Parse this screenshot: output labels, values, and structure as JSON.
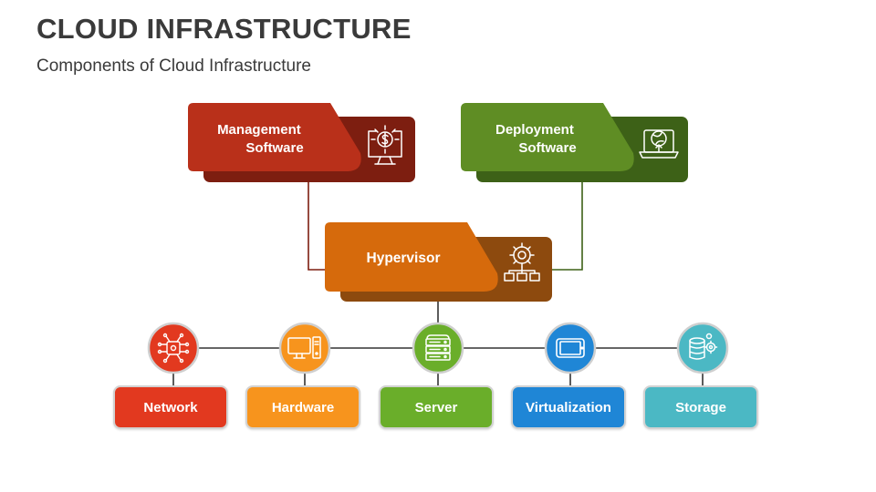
{
  "header": {
    "title": "CLOUD INFRASTRUCTURE",
    "subtitle": "Components of Cloud Infrastructure"
  },
  "top_boxes": [
    {
      "id": "management",
      "line1": "Management",
      "line2": "Software",
      "icon": "monitor-dollar-gear-icon",
      "front_color": "#b9301a",
      "back_color": "#7d1e10"
    },
    {
      "id": "deployment",
      "line1": "Deployment",
      "line2": "Software",
      "icon": "laptop-globe-upload-icon",
      "front_color": "#5f8d24",
      "back_color": "#3d6117"
    }
  ],
  "hypervisor": {
    "label": "Hypervisor",
    "icon": "gear-network-icon",
    "front_color": "#d66a0c",
    "back_color": "#8d4a0e"
  },
  "components": [
    {
      "label": "Network",
      "icon": "network-chip-icon",
      "color": "#e2391f"
    },
    {
      "label": "Hardware",
      "icon": "desktop-computer-icon",
      "color": "#f7941d"
    },
    {
      "label": "Server",
      "icon": "server-rack-icon",
      "color": "#6aae2a"
    },
    {
      "label": "Virtualization",
      "icon": "tablet-icon",
      "color": "#1f86d6"
    },
    {
      "label": "Storage",
      "icon": "database-gear-icon",
      "color": "#4bb8c4"
    }
  ]
}
